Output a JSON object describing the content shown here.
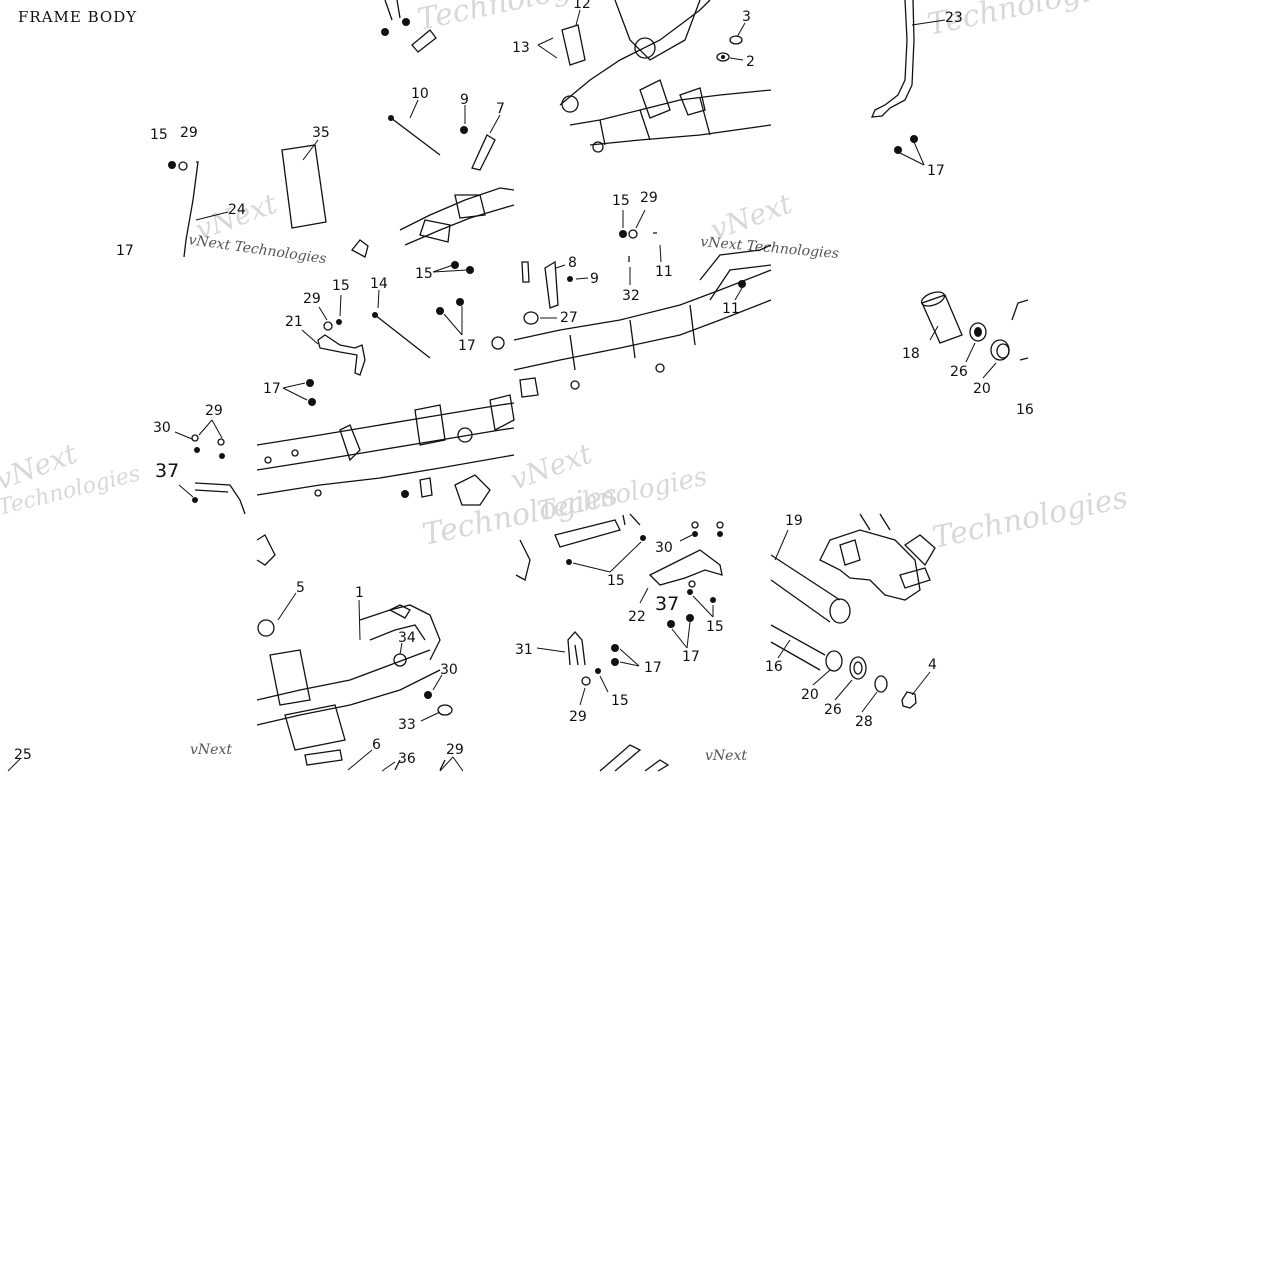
{
  "title": "FRAME BODY",
  "watermark": {
    "brand": "vNext",
    "brand_full": "vNext Technologies",
    "company": "Technologies"
  },
  "callouts": [
    {
      "id": "c12",
      "text": "12"
    },
    {
      "id": "c3",
      "text": "3"
    },
    {
      "id": "c13",
      "text": "13"
    },
    {
      "id": "c2",
      "text": "2"
    },
    {
      "id": "c23",
      "text": "23"
    },
    {
      "id": "c10",
      "text": "10"
    },
    {
      "id": "c9a",
      "text": "9"
    },
    {
      "id": "c7",
      "text": "7"
    },
    {
      "id": "c15a",
      "text": "15"
    },
    {
      "id": "c29a",
      "text": "29"
    },
    {
      "id": "c35",
      "text": "35"
    },
    {
      "id": "c17a",
      "text": "17"
    },
    {
      "id": "c24",
      "text": "24"
    },
    {
      "id": "c17b",
      "text": "17"
    },
    {
      "id": "c15b",
      "text": "15"
    },
    {
      "id": "c29b",
      "text": "29"
    },
    {
      "id": "c8",
      "text": "8"
    },
    {
      "id": "c9b",
      "text": "9"
    },
    {
      "id": "c11a",
      "text": "11"
    },
    {
      "id": "c32",
      "text": "32"
    },
    {
      "id": "c11b",
      "text": "11"
    },
    {
      "id": "c27",
      "text": "27"
    },
    {
      "id": "c15c",
      "text": "15"
    },
    {
      "id": "c29c",
      "text": "29"
    },
    {
      "id": "c15d",
      "text": "15"
    },
    {
      "id": "c14",
      "text": "14"
    },
    {
      "id": "c21",
      "text": "21"
    },
    {
      "id": "c17c",
      "text": "17"
    },
    {
      "id": "c17d",
      "text": "17"
    },
    {
      "id": "c18",
      "text": "18"
    },
    {
      "id": "c26a",
      "text": "26"
    },
    {
      "id": "c20a",
      "text": "20"
    },
    {
      "id": "c16a",
      "text": "16"
    },
    {
      "id": "c30a",
      "text": "30"
    },
    {
      "id": "c29d",
      "text": "29"
    },
    {
      "id": "c37a",
      "text": "37"
    },
    {
      "id": "c19",
      "text": "19"
    },
    {
      "id": "c5",
      "text": "5"
    },
    {
      "id": "c1",
      "text": "1"
    },
    {
      "id": "c34",
      "text": "34"
    },
    {
      "id": "c30b",
      "text": "30"
    },
    {
      "id": "c33",
      "text": "33"
    },
    {
      "id": "c6",
      "text": "6"
    },
    {
      "id": "c36",
      "text": "36"
    },
    {
      "id": "c29e",
      "text": "29"
    },
    {
      "id": "c25",
      "text": "25"
    },
    {
      "id": "c30c",
      "text": "30"
    },
    {
      "id": "c15e",
      "text": "15"
    },
    {
      "id": "c22",
      "text": "22"
    },
    {
      "id": "c37b",
      "text": "37"
    },
    {
      "id": "c15f",
      "text": "15"
    },
    {
      "id": "c17e",
      "text": "17"
    },
    {
      "id": "c31",
      "text": "31"
    },
    {
      "id": "c17f",
      "text": "17"
    },
    {
      "id": "c29f",
      "text": "29"
    },
    {
      "id": "c15g",
      "text": "15"
    },
    {
      "id": "c16b",
      "text": "16"
    },
    {
      "id": "c20b",
      "text": "20"
    },
    {
      "id": "c26b",
      "text": "26"
    },
    {
      "id": "c28",
      "text": "28"
    },
    {
      "id": "c4",
      "text": "4"
    }
  ]
}
